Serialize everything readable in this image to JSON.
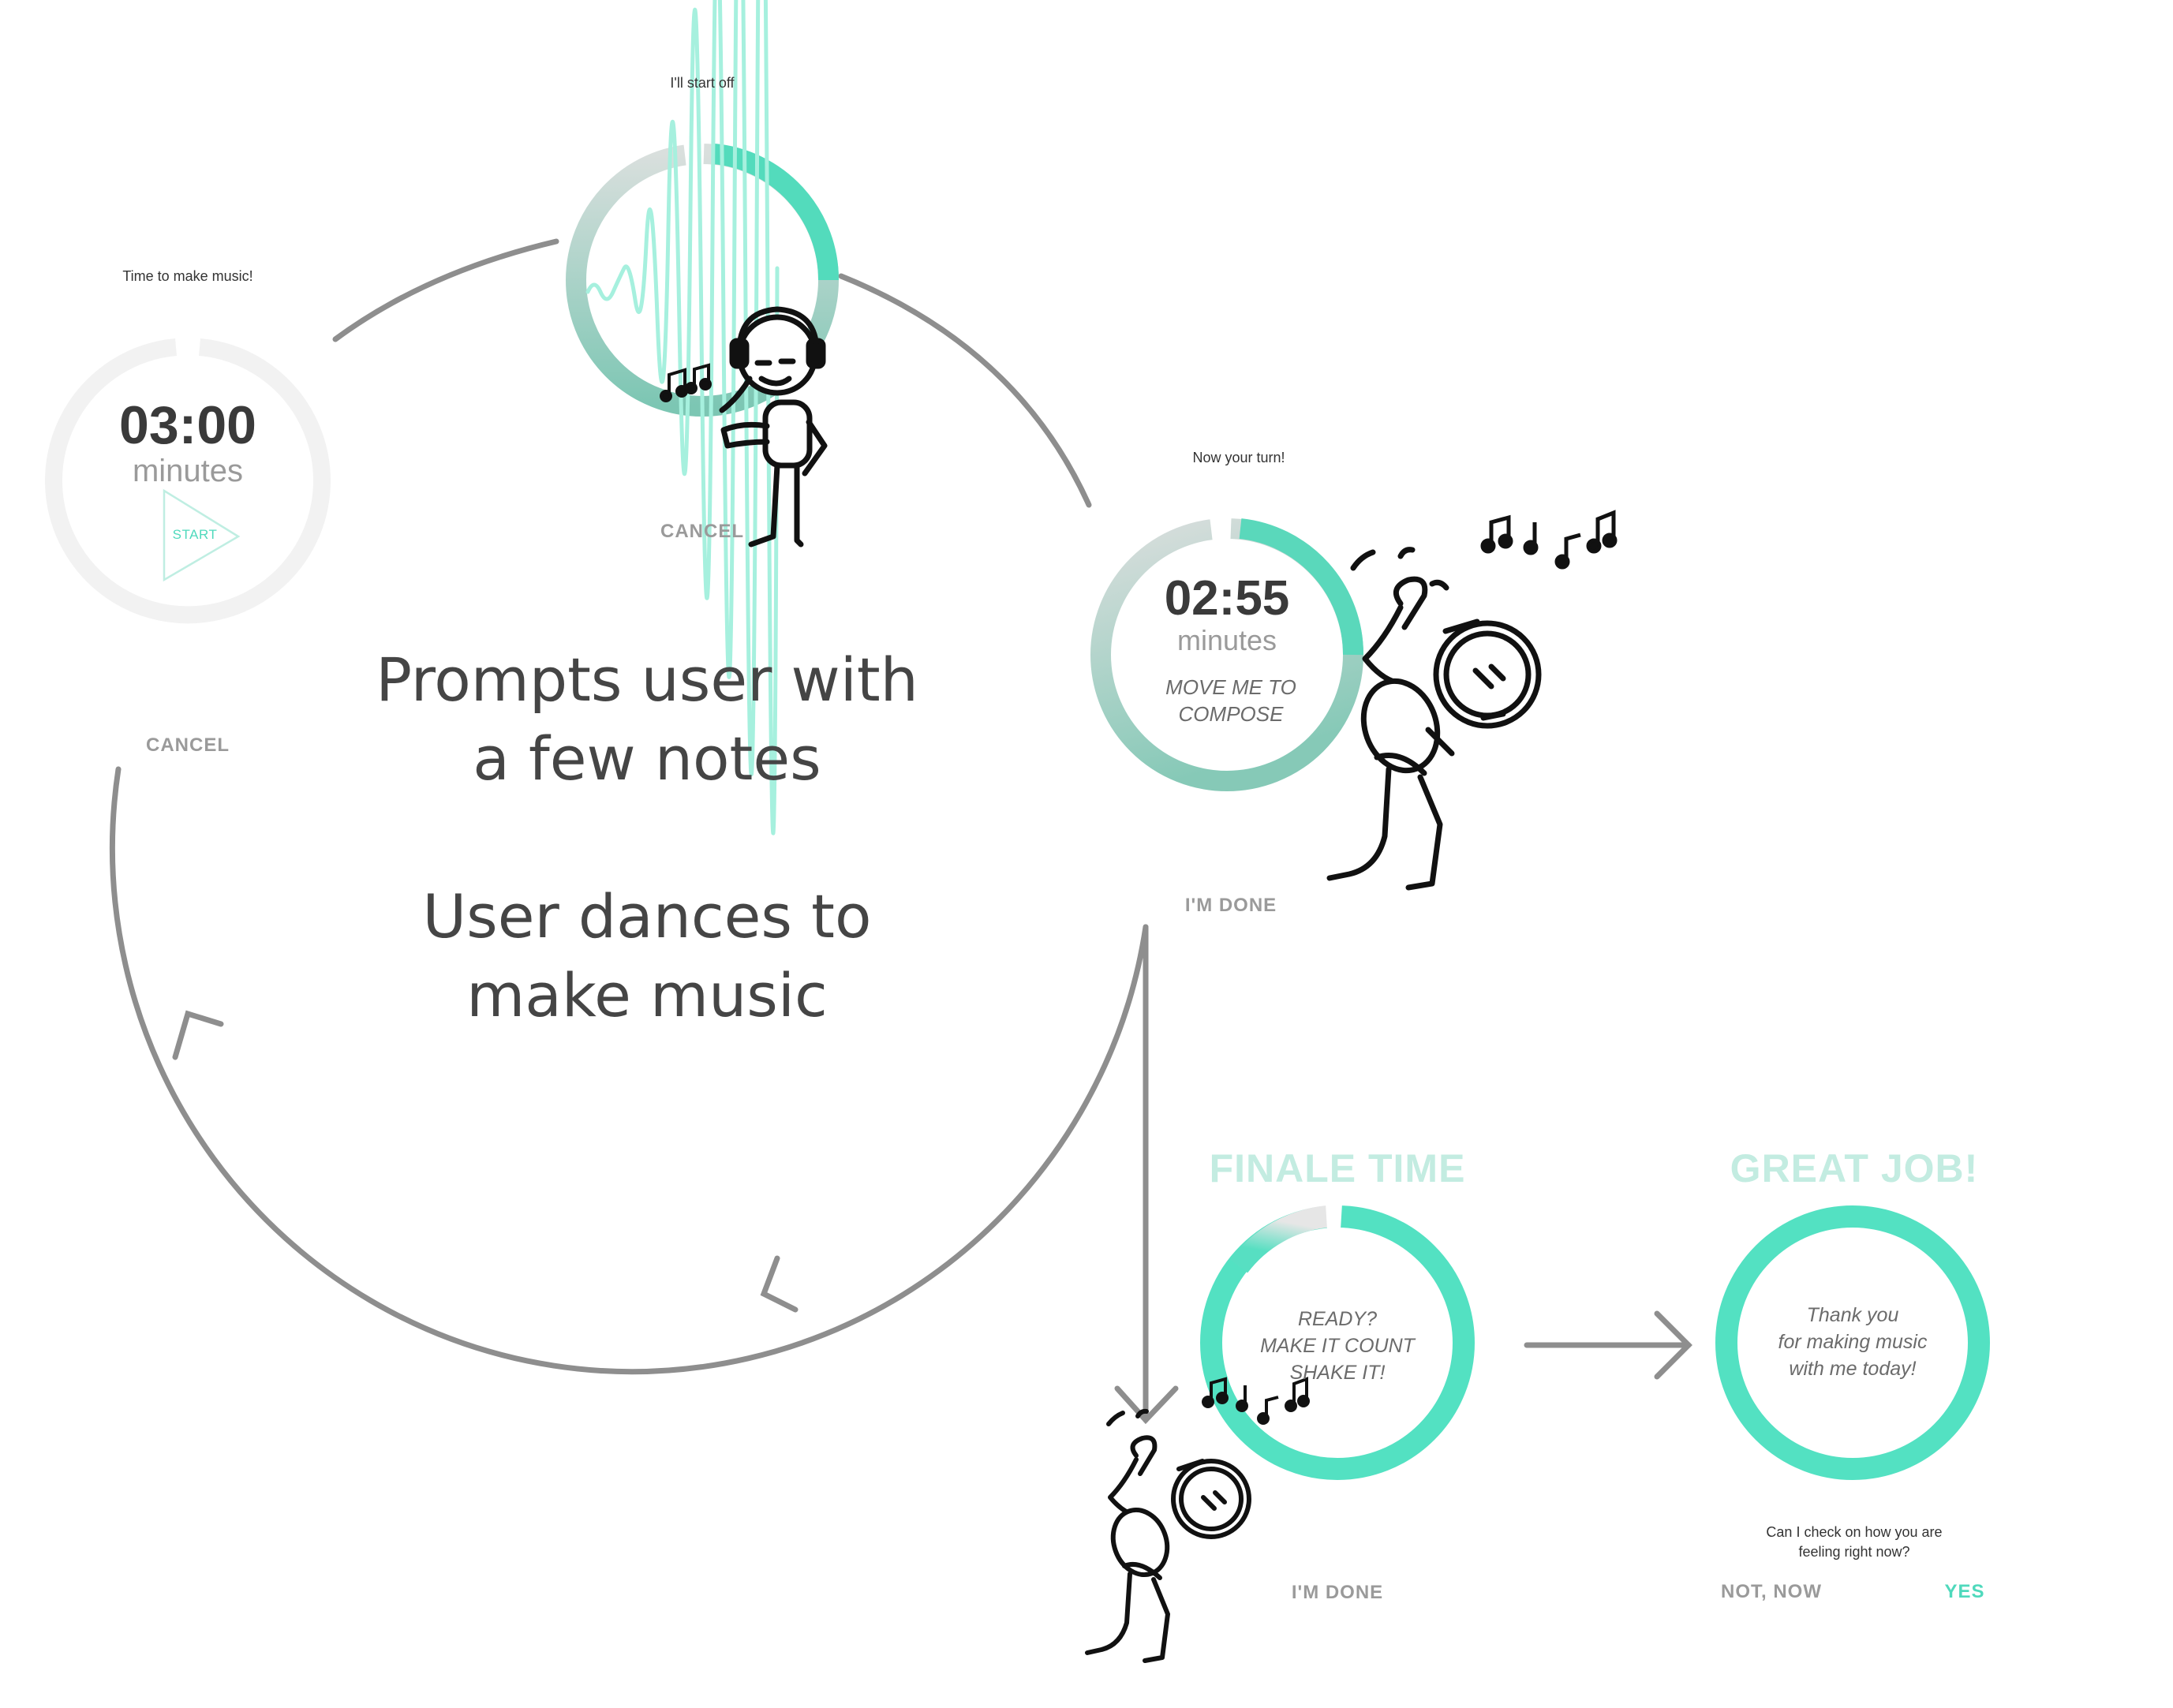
{
  "screens": {
    "start": {
      "caption": "Time to make music!",
      "time": "03:00",
      "unit": "minutes",
      "start_label": "START",
      "cancel_label": "CANCEL"
    },
    "demo": {
      "caption": "I'll start off",
      "cancel_label": "CANCEL"
    },
    "turn": {
      "caption": "Now your turn!",
      "time": "02:55",
      "unit": "minutes",
      "prompt_line1": "MOVE ME TO",
      "prompt_line2": "COMPOSE",
      "done_label": "I'M DONE"
    },
    "finale": {
      "title": "FINALE TIME",
      "line1": "READY?",
      "line2": "MAKE IT COUNT",
      "line3": "SHAKE IT!",
      "done_label": "I'M DONE"
    },
    "great": {
      "title": "GREAT JOB!",
      "line1": "Thank you",
      "line2": "for making music",
      "line3": "with me today!",
      "question_line1": "Can I check on how you are",
      "question_line2": "feeling right now?",
      "no_label": "NOT, NOW",
      "yes_label": "YES"
    }
  },
  "center_text": {
    "line1": "Prompts user with",
    "line2": "a few notes",
    "line3": "User dances to",
    "line4": "make music"
  },
  "colors": {
    "accent": "#4fd9bc",
    "accent_dark": "#6fbfab",
    "ring_grey": "#e4e4e4",
    "flow_grey": "#8e8e8e",
    "text_dark": "#3a3a3a",
    "text_muted": "#9a9a9a"
  },
  "icons": [
    "play-icon",
    "waveform-icon",
    "music-notes-icon",
    "stick-figure-icon",
    "arrow-icon"
  ]
}
